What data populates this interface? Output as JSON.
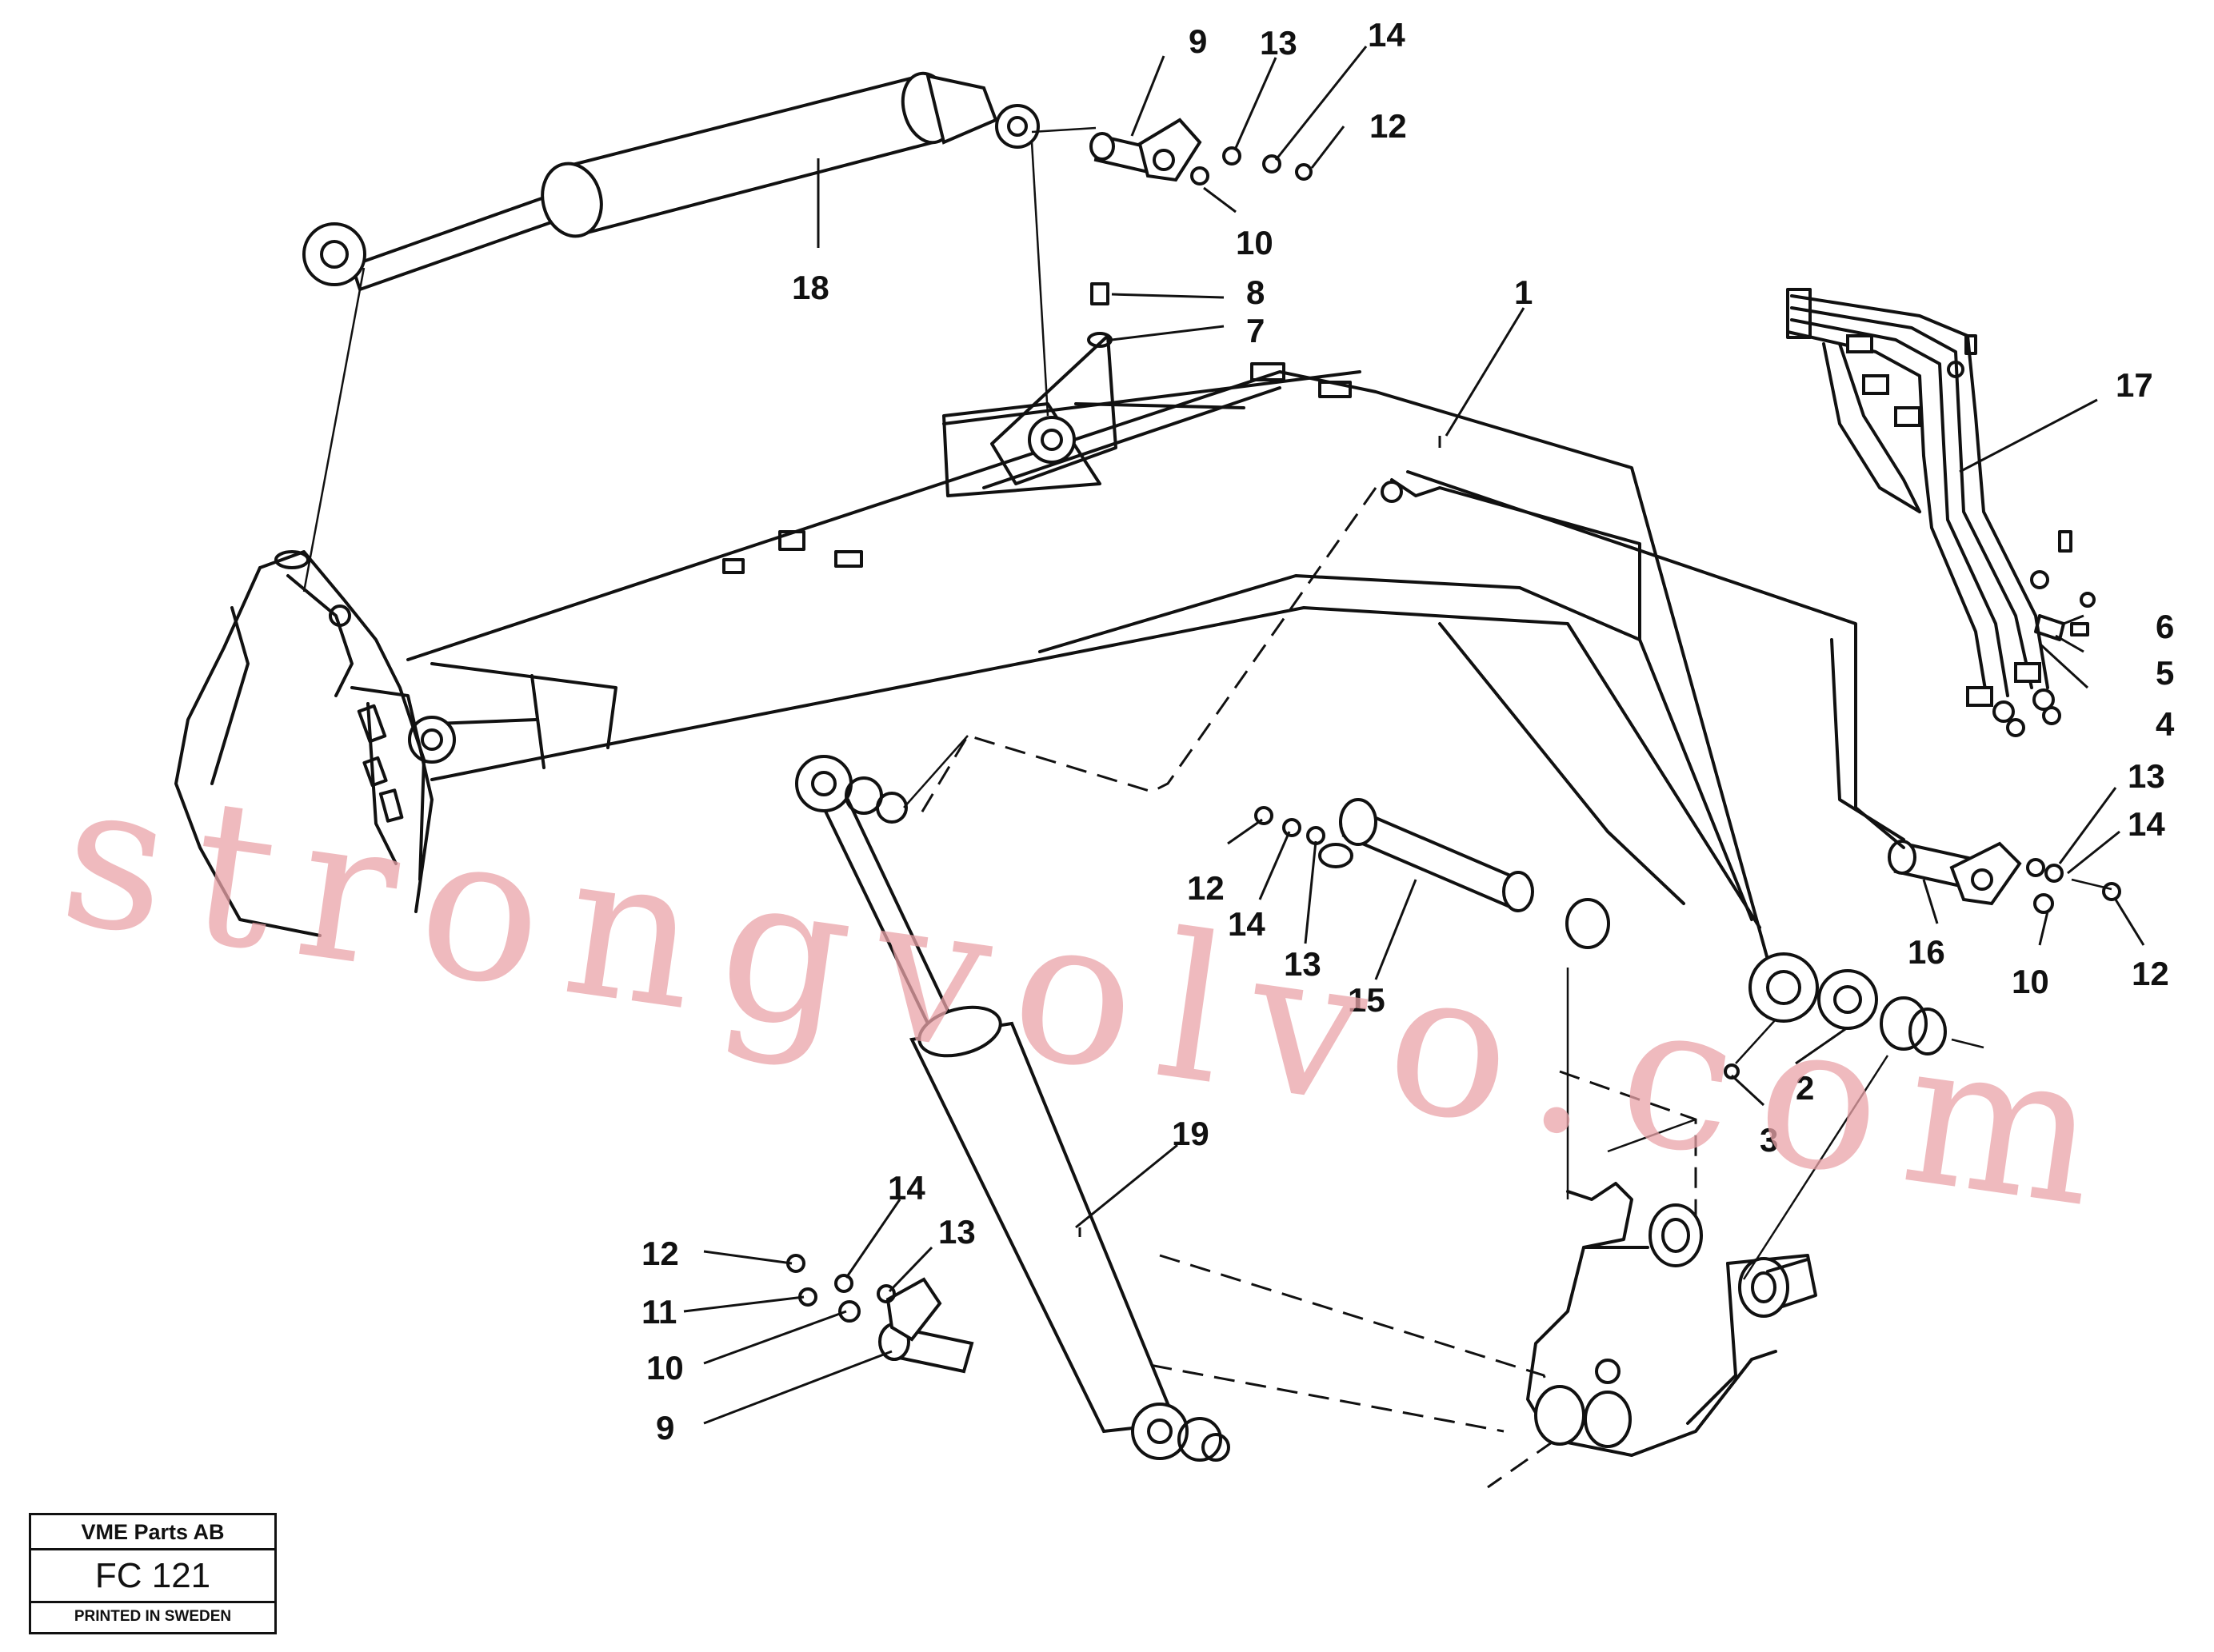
{
  "diagram": {
    "watermark": "strongvolvo.com",
    "title_block": {
      "company": "VME Parts AB",
      "code": "FC 121",
      "printed": "PRINTED IN SWEDEN"
    },
    "callouts": [
      "9",
      "13",
      "14",
      "12",
      "10",
      "18",
      "8",
      "7",
      "1",
      "17",
      "6",
      "5",
      "4",
      "13",
      "14",
      "16",
      "10",
      "12",
      "12",
      "14",
      "13",
      "15",
      "2",
      "3",
      "19",
      "14",
      "13",
      "12",
      "11",
      "10",
      "9"
    ]
  }
}
